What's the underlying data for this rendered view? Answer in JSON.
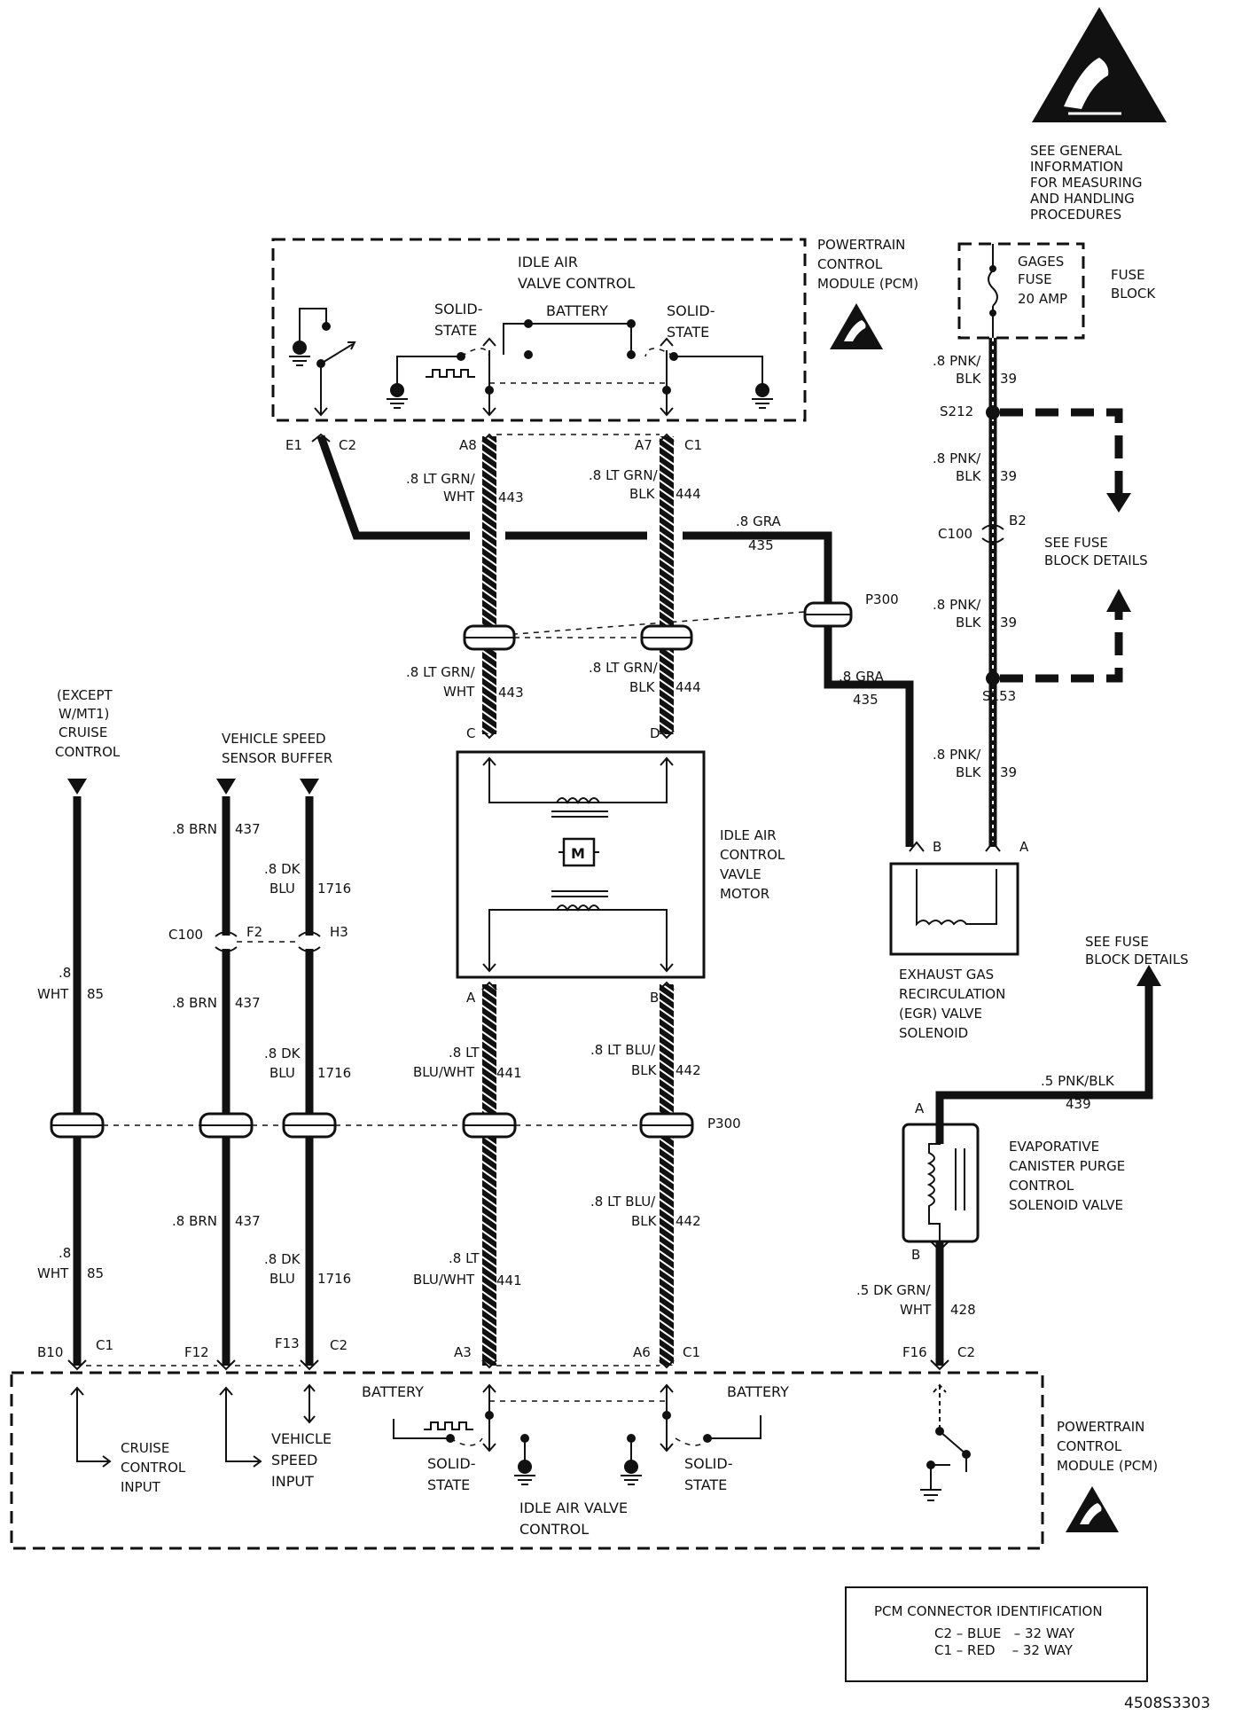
{
  "warning": {
    "text_lines": [
      "SEE GENERAL",
      "INFORMATION",
      "FOR MEASURING",
      "AND HANDLING",
      "PROCEDURES"
    ]
  },
  "pcm_top": {
    "title_lines": [
      "POWERTRAIN",
      "CONTROL",
      "MODULE (PCM)"
    ],
    "iac_lines": [
      "IDLE AIR",
      "VALVE CONTROL"
    ],
    "solid_state_left": [
      "SOLID-",
      "STATE"
    ],
    "solid_state_right": [
      "SOLID-",
      "STATE"
    ],
    "battery": "BATTERY"
  },
  "fuse_block": {
    "fuse_lines": [
      "GAGES",
      "FUSE",
      "20 AMP"
    ],
    "block_lines": [
      "FUSE",
      "BLOCK"
    ]
  },
  "pins_top": {
    "e1": "E1",
    "c2": "C2",
    "a8": "A8",
    "a7": "A7",
    "c1": "C1"
  },
  "wires": {
    "w443a": [
      ".8 LT GRN/",
      "WHT",
      "443"
    ],
    "w444a": [
      ".8 LT GRN/",
      "BLK",
      "444"
    ],
    "w443b": [
      ".8 LT GRN/",
      "WHT",
      "443"
    ],
    "w444b": [
      ".8 LT GRN/",
      "BLK",
      "444"
    ],
    "w435a": [
      ".8 GRA",
      "435"
    ],
    "w435b": [
      ".8 GRA",
      "435"
    ],
    "w39a": [
      ".8 PNK/",
      "BLK",
      "39"
    ],
    "w39b": [
      ".8 PNK/",
      "BLK",
      "39"
    ],
    "w39c": [
      ".8 PNK/",
      "BLK",
      "39"
    ],
    "w39d": [
      ".8 PNK/",
      "BLK",
      "39"
    ],
    "w85a": [
      ".8",
      "WHT",
      "85"
    ],
    "w85b": [
      ".8",
      "WHT",
      "85"
    ],
    "w437a": [
      ".8 BRN",
      "437"
    ],
    "w437b": [
      ".8 BRN",
      "437"
    ],
    "w437c": [
      ".8 BRN",
      "437"
    ],
    "w1716a": [
      ".8 DK",
      "BLU",
      "1716"
    ],
    "w1716b": [
      ".8 DK",
      "BLU",
      "1716"
    ],
    "w1716c": [
      ".8 DK",
      "BLU",
      "1716"
    ],
    "w441a": [
      ".8 LT",
      "BLU/WHT",
      "441"
    ],
    "w441b": [
      ".8 LT",
      "BLU/WHT",
      "441"
    ],
    "w442a": [
      ".8 LT BLU/",
      "BLK",
      "442"
    ],
    "w442b": [
      ".8 LT BLU/",
      "BLK",
      "442"
    ],
    "w439": [
      ".5 PNK/BLK",
      "439"
    ],
    "w428": [
      ".5 DK GRN/",
      "WHT",
      "428"
    ]
  },
  "splices": {
    "s212": "S212",
    "s153": "S153",
    "c100_top": "C100",
    "b2": "B2",
    "p300_top": "P300",
    "p300_mid": "P300",
    "c100_left": "C100",
    "f2": "F2",
    "h3": "H3"
  },
  "see_fuse_1": [
    "SEE FUSE",
    "BLOCK DETAILS"
  ],
  "see_fuse_2": [
    "SEE FUSE",
    "BLOCK DETAILS"
  ],
  "cruise": [
    "(EXCEPT",
    "W/MT1)",
    "CRUISE",
    "CONTROL"
  ],
  "vss": [
    "VEHICLE SPEED",
    "SENSOR BUFFER"
  ],
  "iac_motor": {
    "label": [
      "IDLE AIR",
      "CONTROL",
      "VAVLE",
      "MOTOR"
    ],
    "pin_c": "C",
    "pin_d": "D",
    "pin_a": "A",
    "pin_b": "B",
    "m": "M"
  },
  "egr": {
    "label": [
      "EXHAUST GAS",
      "RECIRCULATION",
      "(EGR) VALVE",
      "SOLENOID"
    ],
    "pin_a": "A",
    "pin_b": "B"
  },
  "evap": {
    "label": [
      "EVAPORATIVE",
      "CANISTER PURGE",
      "CONTROL",
      "SOLENOID VALVE"
    ],
    "pin_a": "A",
    "pin_b": "B"
  },
  "pins_bottom": {
    "b10": "B10",
    "c1a": "C1",
    "f12": "F12",
    "f13": "F13",
    "c2a": "C2",
    "a3": "A3",
    "a6": "A6",
    "c1b": "C1",
    "f16": "F16",
    "c2b": "C2"
  },
  "pcm_bottom": {
    "title_lines": [
      "POWERTRAIN",
      "CONTROL",
      "MODULE (PCM)"
    ],
    "cruise_input": [
      "CRUISE",
      "CONTROL",
      "INPUT"
    ],
    "speed_input": [
      "VEHICLE",
      "SPEED",
      "INPUT"
    ],
    "battery_left": "BATTERY",
    "battery_right": "BATTERY",
    "solid_left": [
      "SOLID-",
      "STATE"
    ],
    "solid_right": [
      "SOLID-",
      "STATE"
    ],
    "iac_lines": [
      "IDLE AIR VALVE",
      "CONTROL"
    ]
  },
  "legend": {
    "title": "PCM CONNECTOR IDENTIFICATION",
    "line1": "C2 – BLUE   – 32 WAY",
    "line2": "C1 – RED    – 32 WAY"
  },
  "figure_id": "4508S3303"
}
